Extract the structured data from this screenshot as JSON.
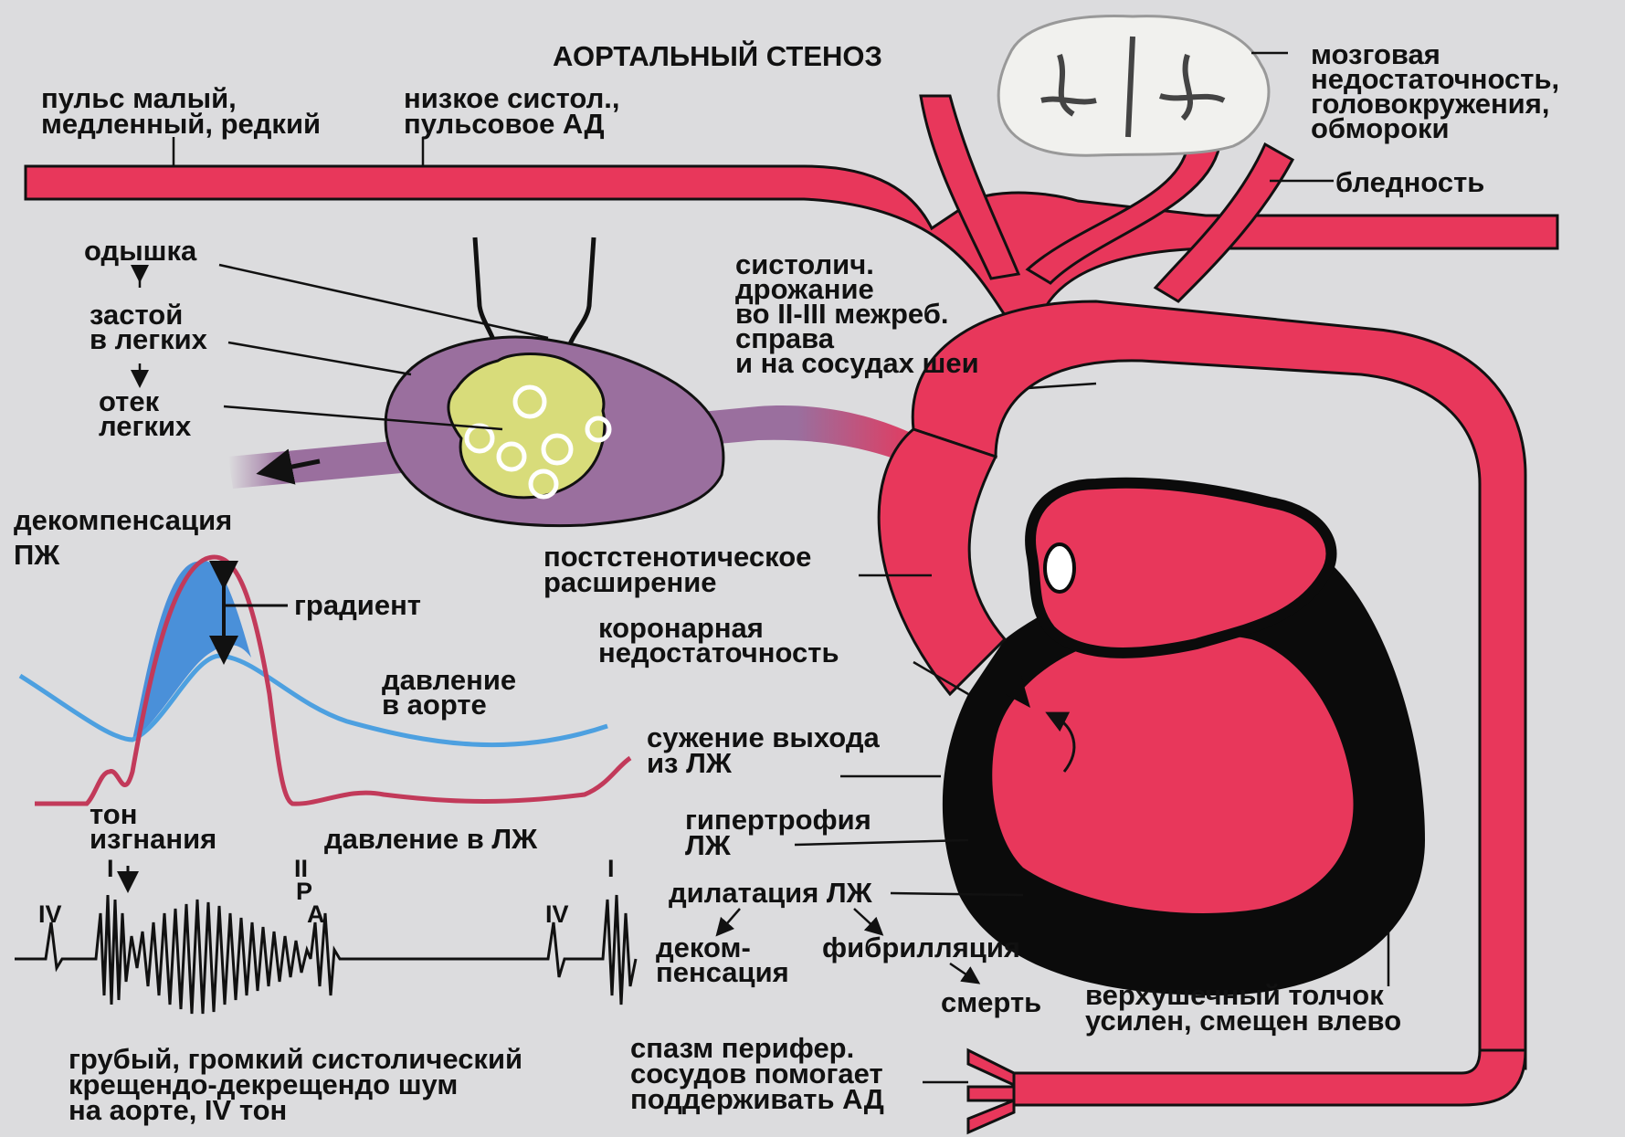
{
  "title": "АОРТАЛЬНЫЙ СТЕНОЗ",
  "colors": {
    "vessel": "#e8375b",
    "heart_wall": "#0b0b0b",
    "lung_vessel": "#9a6f9e",
    "alveoli": "#d8dc7a",
    "gradient_fill": "#4a90d9",
    "aorta_pressure_line": "#4da0e0",
    "lv_pressure_line": "#c23a5a",
    "background": "#dcdcde"
  },
  "labels": {
    "pulse": [
      "пульс малый,",
      "медленный, редкий"
    ],
    "low_bp": [
      "низкое систол.,",
      "пульсовое АД"
    ],
    "brain": [
      "мозговая",
      "недостаточность,",
      "головокружения,",
      "обмороки"
    ],
    "pallor": "бледность",
    "dyspnea": "одышка",
    "congestion": [
      "застой",
      "в легких"
    ],
    "edema": [
      "отек",
      "легких"
    ],
    "thrill": [
      "систолич.",
      "дрожание",
      "во II-III межреб.",
      "справа",
      "и на сосудах шеи"
    ],
    "rv_decomp": [
      "декомпенсация",
      "ПЖ"
    ],
    "gradient": "градиент",
    "poststenotic": [
      "постстенотическое",
      "расширение"
    ],
    "coronary": [
      "коронарная",
      "недостаточность"
    ],
    "aortic_pressure": [
      "давление",
      "в аорте"
    ],
    "outflow_narrowing": [
      "сужение выхода",
      "из ЛЖ"
    ],
    "ejection_tone": [
      "тон",
      "изгнания"
    ],
    "lv_pressure": "давление в ЛЖ",
    "lvh": [
      "гипертрофия",
      "ЛЖ"
    ],
    "lv_dilation": "дилатация ЛЖ",
    "decompensation": [
      "деком-",
      "пенсация"
    ],
    "fibrillation": "фибрилляция",
    "death": "смерть",
    "apex_beat": [
      "верхушечный толчок",
      "усилен, смещен влево"
    ],
    "murmur": [
      "грубый, громкий систолический",
      "крещендо-декрещендо шум",
      "на аорте, IV тон"
    ],
    "spasm": [
      "спазм перифер.",
      "сосудов помогает",
      "поддерживать АД"
    ]
  },
  "phonocardiogram": {
    "tone_I": "I",
    "tone_II": "II",
    "tone_P": "P",
    "tone_A": "A",
    "tone_IV": "IV"
  },
  "icons": {
    "brain": "brain-icon",
    "heart": "heart-icon",
    "lungs": "lung-alveoli-icon"
  }
}
